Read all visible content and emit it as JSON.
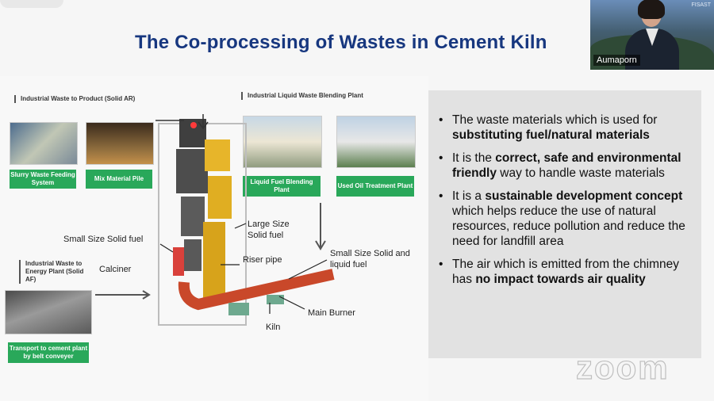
{
  "slide": {
    "title": "The Co-processing of Wastes in Cement Kiln"
  },
  "video": {
    "participant_name": "Aumaporn",
    "corner_tag": "FISAST"
  },
  "diagram": {
    "industrial_waste_product": "Industrial Waste to Product (Solid AR)",
    "liquid_waste_plant": "Industrial Liquid Waste Blending Plant",
    "slurry_label": "Slurry Waste Feeding System",
    "mix_label": "Mix Material Pile",
    "liquid_fuel_label": "Liquid Fuel Blending Plant",
    "used_oil_label": "Used Oil Treatment Plant",
    "large_size": "Large Size Solid fuel",
    "small_size_left": "Small Size Solid fuel",
    "riser": "Riser pipe",
    "small_size_right": "Small Size Solid and liquid fuel",
    "calciner": "Calciner",
    "energy_plant": "Industrial Waste to Energy Plant (Solid AF)",
    "transport_label": "Transport to cement plant by belt conveyer",
    "kiln": "Kiln",
    "main_burner": "Main Burner"
  },
  "bullets": [
    {
      "pre": "The waste materials which is used for ",
      "bold": "substituting fuel/natural materials",
      "post": ""
    },
    {
      "pre": "It is the ",
      "bold": "correct, safe  and environmental  friendly",
      "post": " way to handle waste materials"
    },
    {
      "pre": "It is a ",
      "bold": "sustainable development concept",
      "post": " which helps reduce the use of natural resources, reduce pollution and reduce the need for landfill area"
    },
    {
      "pre": "The air which is emitted from the chimney has ",
      "bold": "no impact towards air quality",
      "post": ""
    }
  ],
  "branding": {
    "logo_text": "zoom"
  }
}
